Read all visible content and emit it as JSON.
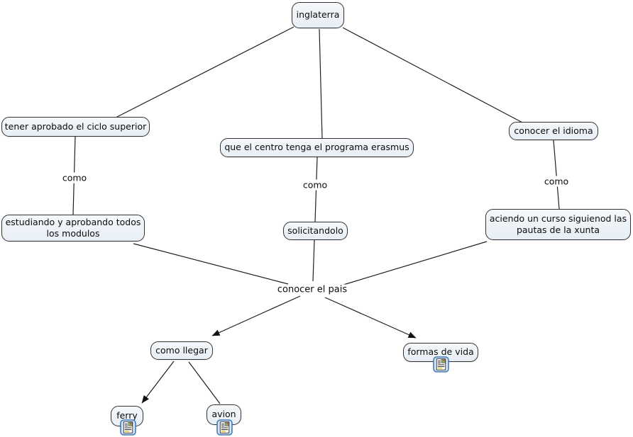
{
  "title": "concept map: inglaterra (erasmus)",
  "colors": {
    "canvas_background": "#ffffff",
    "node_fill_top": "#f5f8fb",
    "node_fill_bottom": "#e7eef5",
    "node_border": "#333333",
    "connector_line": "#1f1f1f",
    "resource_icon_border": "#4a7ebb",
    "resource_icon_fill": "#d8e7f8"
  },
  "nodes": {
    "inglaterra": {
      "label": "inglaterra"
    },
    "tener_aprobado": {
      "label": "tener aprobado el ciclo superior"
    },
    "programa_erasmus": {
      "label": "que el centro tenga el programa erasmus"
    },
    "conocer_idioma": {
      "label": "conocer el idioma"
    },
    "estudiando": {
      "lines": [
        "estudiando y aprobando todos",
        "los modulos"
      ]
    },
    "solicitandolo": {
      "label": "solicitandolo"
    },
    "aciendo_curso": {
      "lines": [
        "aciendo un curso siguienod las",
        "pautas de la xunta"
      ]
    },
    "como_llegar": {
      "label": "como llegar"
    },
    "formas_de_vida": {
      "label": "formas de vida"
    },
    "ferry": {
      "label": "ferry"
    },
    "avion": {
      "label": "avion"
    }
  },
  "link_labels": {
    "left_como": "como",
    "middle_como": "como",
    "right_como": "como",
    "conocer_el_pais": "conocer el pais"
  },
  "icons": {
    "resource": "document-resource-icon"
  }
}
